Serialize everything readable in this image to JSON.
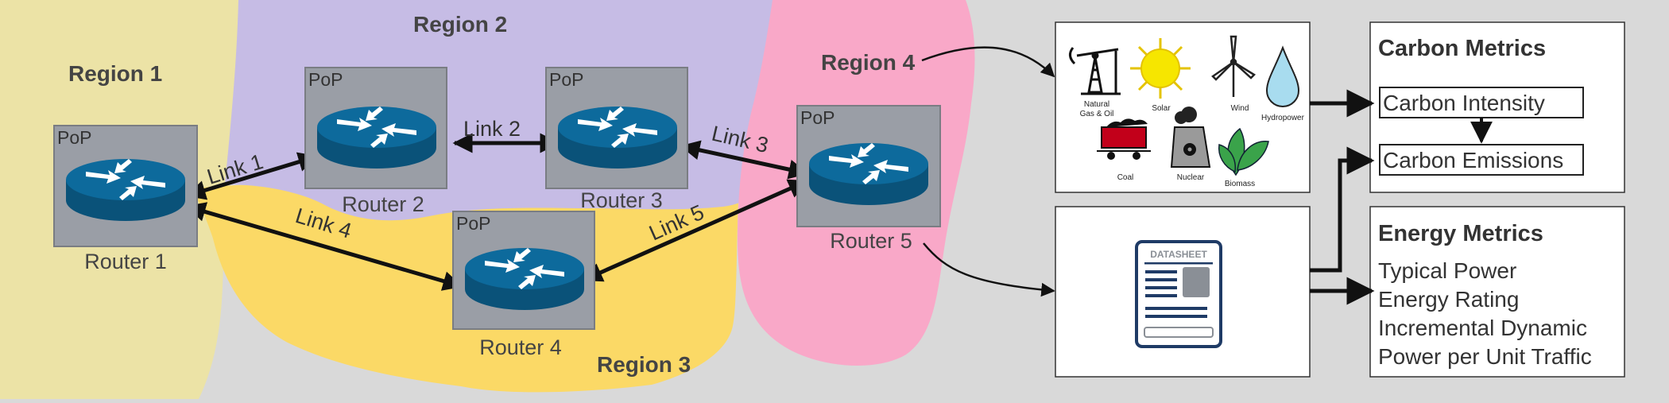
{
  "regions": [
    {
      "id": "region-1",
      "label": "Region 1",
      "color": "#ece3a6"
    },
    {
      "id": "region-2",
      "label": "Region 2",
      "color": "#c6bce5"
    },
    {
      "id": "region-3",
      "label": "Region 3",
      "color": "#fbd966"
    },
    {
      "id": "region-4",
      "label": "Region 4",
      "color": "#f9a8c8"
    }
  ],
  "pop_label": "PoP",
  "routers": [
    {
      "id": "router-1",
      "label": "Router 1"
    },
    {
      "id": "router-2",
      "label": "Router 2"
    },
    {
      "id": "router-3",
      "label": "Router 3"
    },
    {
      "id": "router-4",
      "label": "Router 4"
    },
    {
      "id": "router-5",
      "label": "Router 5"
    }
  ],
  "links": [
    {
      "id": "link-1",
      "label": "Link 1",
      "from": "router-1",
      "to": "router-2"
    },
    {
      "id": "link-2",
      "label": "Link 2",
      "from": "router-2",
      "to": "router-3"
    },
    {
      "id": "link-3",
      "label": "Link 3",
      "from": "router-3",
      "to": "router-5"
    },
    {
      "id": "link-4",
      "label": "Link 4",
      "from": "router-1",
      "to": "router-4"
    },
    {
      "id": "link-5",
      "label": "Link 5",
      "from": "router-4",
      "to": "router-5"
    }
  ],
  "energy_sources": [
    {
      "id": "natural-gas",
      "label_lines": [
        "Natural",
        "Gas & Oil"
      ],
      "icon": "oil-pump-icon"
    },
    {
      "id": "solar",
      "label_lines": [
        "Solar"
      ],
      "icon": "sun-icon"
    },
    {
      "id": "wind",
      "label_lines": [
        "Wind"
      ],
      "icon": "wind-turbine-icon"
    },
    {
      "id": "hydropower",
      "label_lines": [
        "Hydropower"
      ],
      "icon": "water-drop-icon"
    },
    {
      "id": "coal",
      "label_lines": [
        "Coal"
      ],
      "icon": "coal-cart-icon"
    },
    {
      "id": "nuclear",
      "label_lines": [
        "Nuclear"
      ],
      "icon": "nuclear-plant-icon"
    },
    {
      "id": "biomass",
      "label_lines": [
        "Biomass"
      ],
      "icon": "leaves-icon"
    }
  ],
  "datasheet": {
    "label": "DATASHEET",
    "icon": "datasheet-icon"
  },
  "carbon_metrics": {
    "title": "Carbon Metrics",
    "items": [
      "Carbon Intensity",
      "Carbon Emissions"
    ]
  },
  "energy_metrics": {
    "title": "Energy Metrics",
    "items": [
      "Typical Power",
      "Energy Rating",
      "Incremental Dynamic",
      "Power per Unit Traffic"
    ]
  },
  "colors": {
    "router_blue": "#0d6a9c",
    "router_dark": "#0a5279",
    "pop_box": "#9a9ea6",
    "background": "#d9d9d9"
  }
}
